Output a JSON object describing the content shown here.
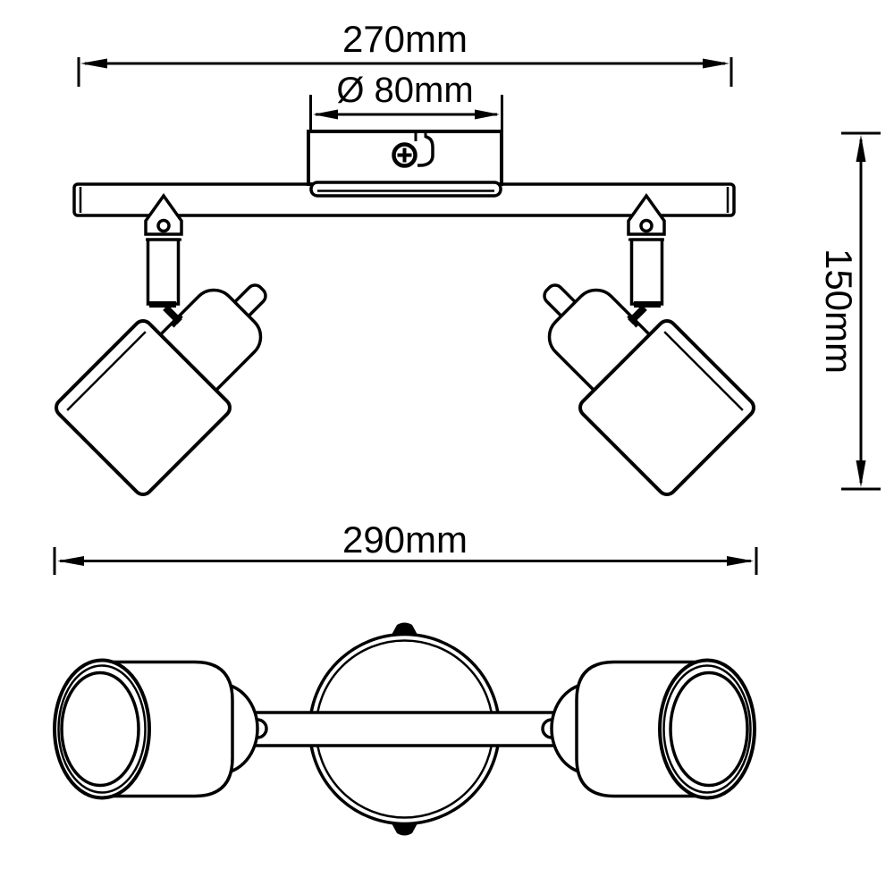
{
  "drawing": {
    "title": "ceiling-spotlight-dimension-drawing",
    "colors": {
      "line": "#000000",
      "background": "#ffffff"
    },
    "front_view": {
      "overall_width_label": "270mm",
      "canopy_diameter_label": "Ø 80mm",
      "height_label": "150mm"
    },
    "bottom_view": {
      "overall_width_label": "290mm"
    }
  }
}
